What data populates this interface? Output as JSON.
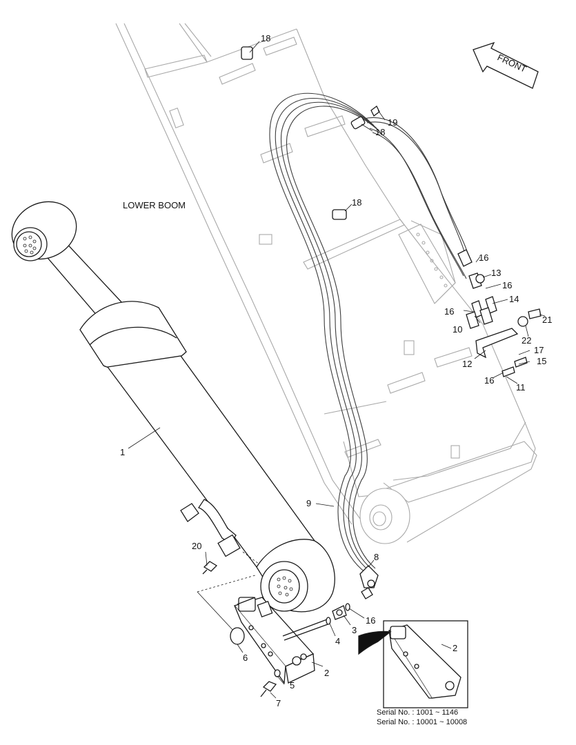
{
  "diagram": {
    "region_label": "LOWER BOOM",
    "direction_label": "FRONT",
    "serial_lines": [
      "Serial No. : 1001 ~ 1146",
      "Serial No. : 10001 ~ 10008"
    ],
    "callouts": [
      {
        "id": "c1",
        "text": "1"
      },
      {
        "id": "c2",
        "text": "2"
      },
      {
        "id": "c2b",
        "text": "2"
      },
      {
        "id": "c3",
        "text": "3"
      },
      {
        "id": "c4",
        "text": "4"
      },
      {
        "id": "c5",
        "text": "5"
      },
      {
        "id": "c6",
        "text": "6"
      },
      {
        "id": "c7",
        "text": "7"
      },
      {
        "id": "c8",
        "text": "8"
      },
      {
        "id": "c9",
        "text": "9"
      },
      {
        "id": "c10",
        "text": "10"
      },
      {
        "id": "c11",
        "text": "11"
      },
      {
        "id": "c12",
        "text": "12"
      },
      {
        "id": "c13",
        "text": "13"
      },
      {
        "id": "c14",
        "text": "14"
      },
      {
        "id": "c15",
        "text": "15"
      },
      {
        "id": "c16a",
        "text": "16"
      },
      {
        "id": "c16b",
        "text": "16"
      },
      {
        "id": "c16c",
        "text": "16"
      },
      {
        "id": "c16d",
        "text": "16"
      },
      {
        "id": "c16e",
        "text": "16"
      },
      {
        "id": "c17",
        "text": "17"
      },
      {
        "id": "c18a",
        "text": "18"
      },
      {
        "id": "c18b",
        "text": "18"
      },
      {
        "id": "c18c",
        "text": "18"
      },
      {
        "id": "c19",
        "text": "19"
      },
      {
        "id": "c20",
        "text": "20"
      },
      {
        "id": "c21",
        "text": "21"
      },
      {
        "id": "c22",
        "text": "22"
      }
    ]
  }
}
